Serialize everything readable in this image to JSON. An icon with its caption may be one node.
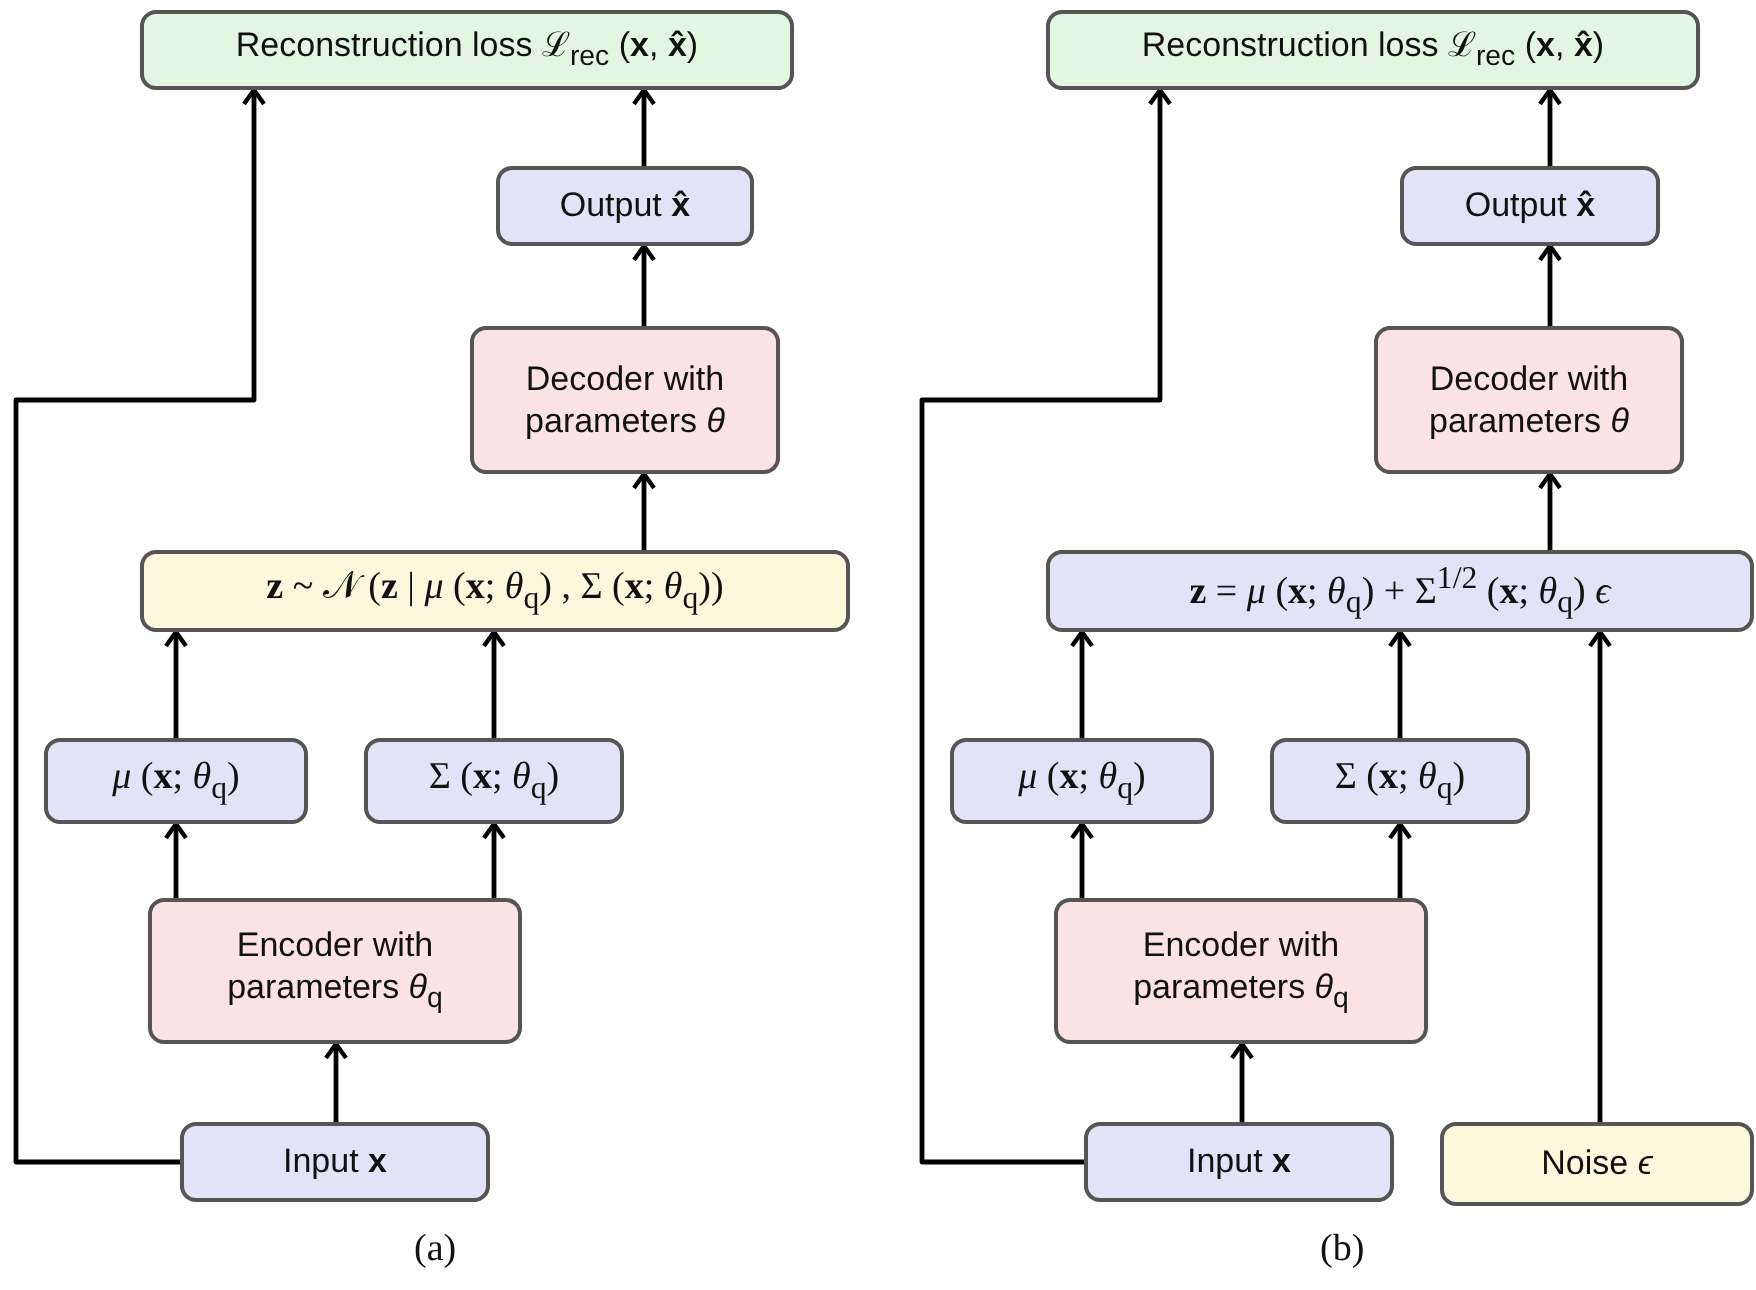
{
  "diagram": {
    "nodes": [
      {
        "text": [
          "Reconstruction loss ℒ$_{rec}$ (**x**, **x̂**)"
        ]
      },
      {
        "text": [
          "Output **x̂**"
        ]
      },
      {
        "text": [
          "Decoder with parameters *θ*"
        ]
      },
      {
        "text": [
          "**z** ~ 𝒩 (**z** | *μ* (**x**; *θ*$_{q}$) , Σ (**x**; *θ*$_{q}$))"
        ]
      },
      {
        "text": [
          "*μ* (**x**; *θ*$_{q}$)"
        ]
      },
      {
        "text": [
          "Σ (**x**; *θ*$_{q}$)"
        ]
      },
      {
        "text": [
          "Encoder with parameters *θ*$_{q}$"
        ]
      },
      {
        "text": [
          "Input **x**"
        ]
      },
      {
        "text": [
          "Reconstruction loss ℒ$_{rec}$ (**x**, **x̂**)"
        ]
      },
      {
        "text": [
          "Output **x̂**"
        ]
      },
      {
        "text": [
          "Decoder with parameters *θ*"
        ]
      },
      {
        "text": [
          "**z** = *μ* (**x**; *θ*$_{q}$) + Σ$^{1/2}$ (**x**; *θ*$_{q}$) *ϵ*"
        ]
      },
      {
        "text": [
          "*μ* (**x**; *θ*$_{q}$)"
        ]
      },
      {
        "text": [
          "Σ (**x**; *θ*$_{q}$)"
        ]
      },
      {
        "text": [
          "Encoder with parameters *θ*$_{q}$"
        ]
      },
      {
        "text": [
          "Input **x**"
        ]
      },
      {
        "text": [
          "Noise *ϵ*"
        ]
      }
    ],
    "edges": [
      {
        "from": 7,
        "to": 6,
        "arrow": "to"
      },
      {
        "from": 6,
        "to": 4,
        "arrow": "to"
      },
      {
        "from": 6,
        "to": 5,
        "arrow": "to"
      },
      {
        "from": 4,
        "to": 3,
        "arrow": "to"
      },
      {
        "from": 5,
        "to": 3,
        "arrow": "to"
      },
      {
        "from": 3,
        "to": 2,
        "arrow": "to"
      },
      {
        "from": 2,
        "to": 1,
        "arrow": "to"
      },
      {
        "from": 1,
        "to": 0,
        "arrow": "to"
      },
      {
        "from": 7,
        "to": 0,
        "arrow": "to"
      },
      {
        "from": 15,
        "to": 14,
        "arrow": "to"
      },
      {
        "from": 14,
        "to": 12,
        "arrow": "to"
      },
      {
        "from": 14,
        "to": 13,
        "arrow": "to"
      },
      {
        "from": 12,
        "to": 11,
        "arrow": "to"
      },
      {
        "from": 13,
        "to": 11,
        "arrow": "to"
      },
      {
        "from": 11,
        "to": 10,
        "arrow": "to"
      },
      {
        "from": 10,
        "to": 9,
        "arrow": "to"
      },
      {
        "from": 9,
        "to": 8,
        "arrow": "to"
      },
      {
        "from": 15,
        "to": 8,
        "arrow": "to"
      },
      {
        "from": 16,
        "to": 11,
        "arrow": "to"
      }
    ],
    "labels": [
      "(a)",
      "(b)"
    ]
  }
}
